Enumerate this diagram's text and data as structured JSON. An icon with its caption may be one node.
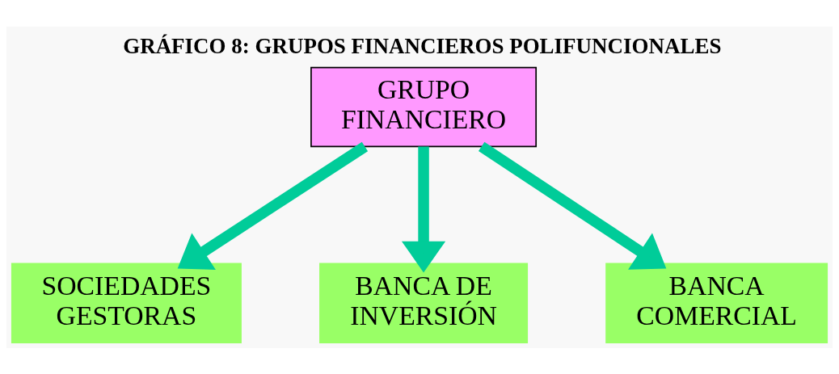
{
  "diagram": {
    "title": "GRÁFICO 8: GRUPOS FINANCIEROS POLIFUNCIONALES",
    "nodes": [
      {
        "text": [
          "GRUPO FINANCIERO"
        ]
      },
      {
        "text": [
          "SOCIEDADES GESTORAS"
        ]
      },
      {
        "text": [
          "BANCA DE INVERSIÓN"
        ]
      },
      {
        "text": [
          "BANCA COMERCIAL"
        ]
      }
    ],
    "edges": [
      {
        "from": 0,
        "to": 1,
        "arrow": "to"
      },
      {
        "from": 0,
        "to": 2,
        "arrow": "to"
      },
      {
        "from": 0,
        "to": 3,
        "arrow": "to"
      }
    ]
  }
}
